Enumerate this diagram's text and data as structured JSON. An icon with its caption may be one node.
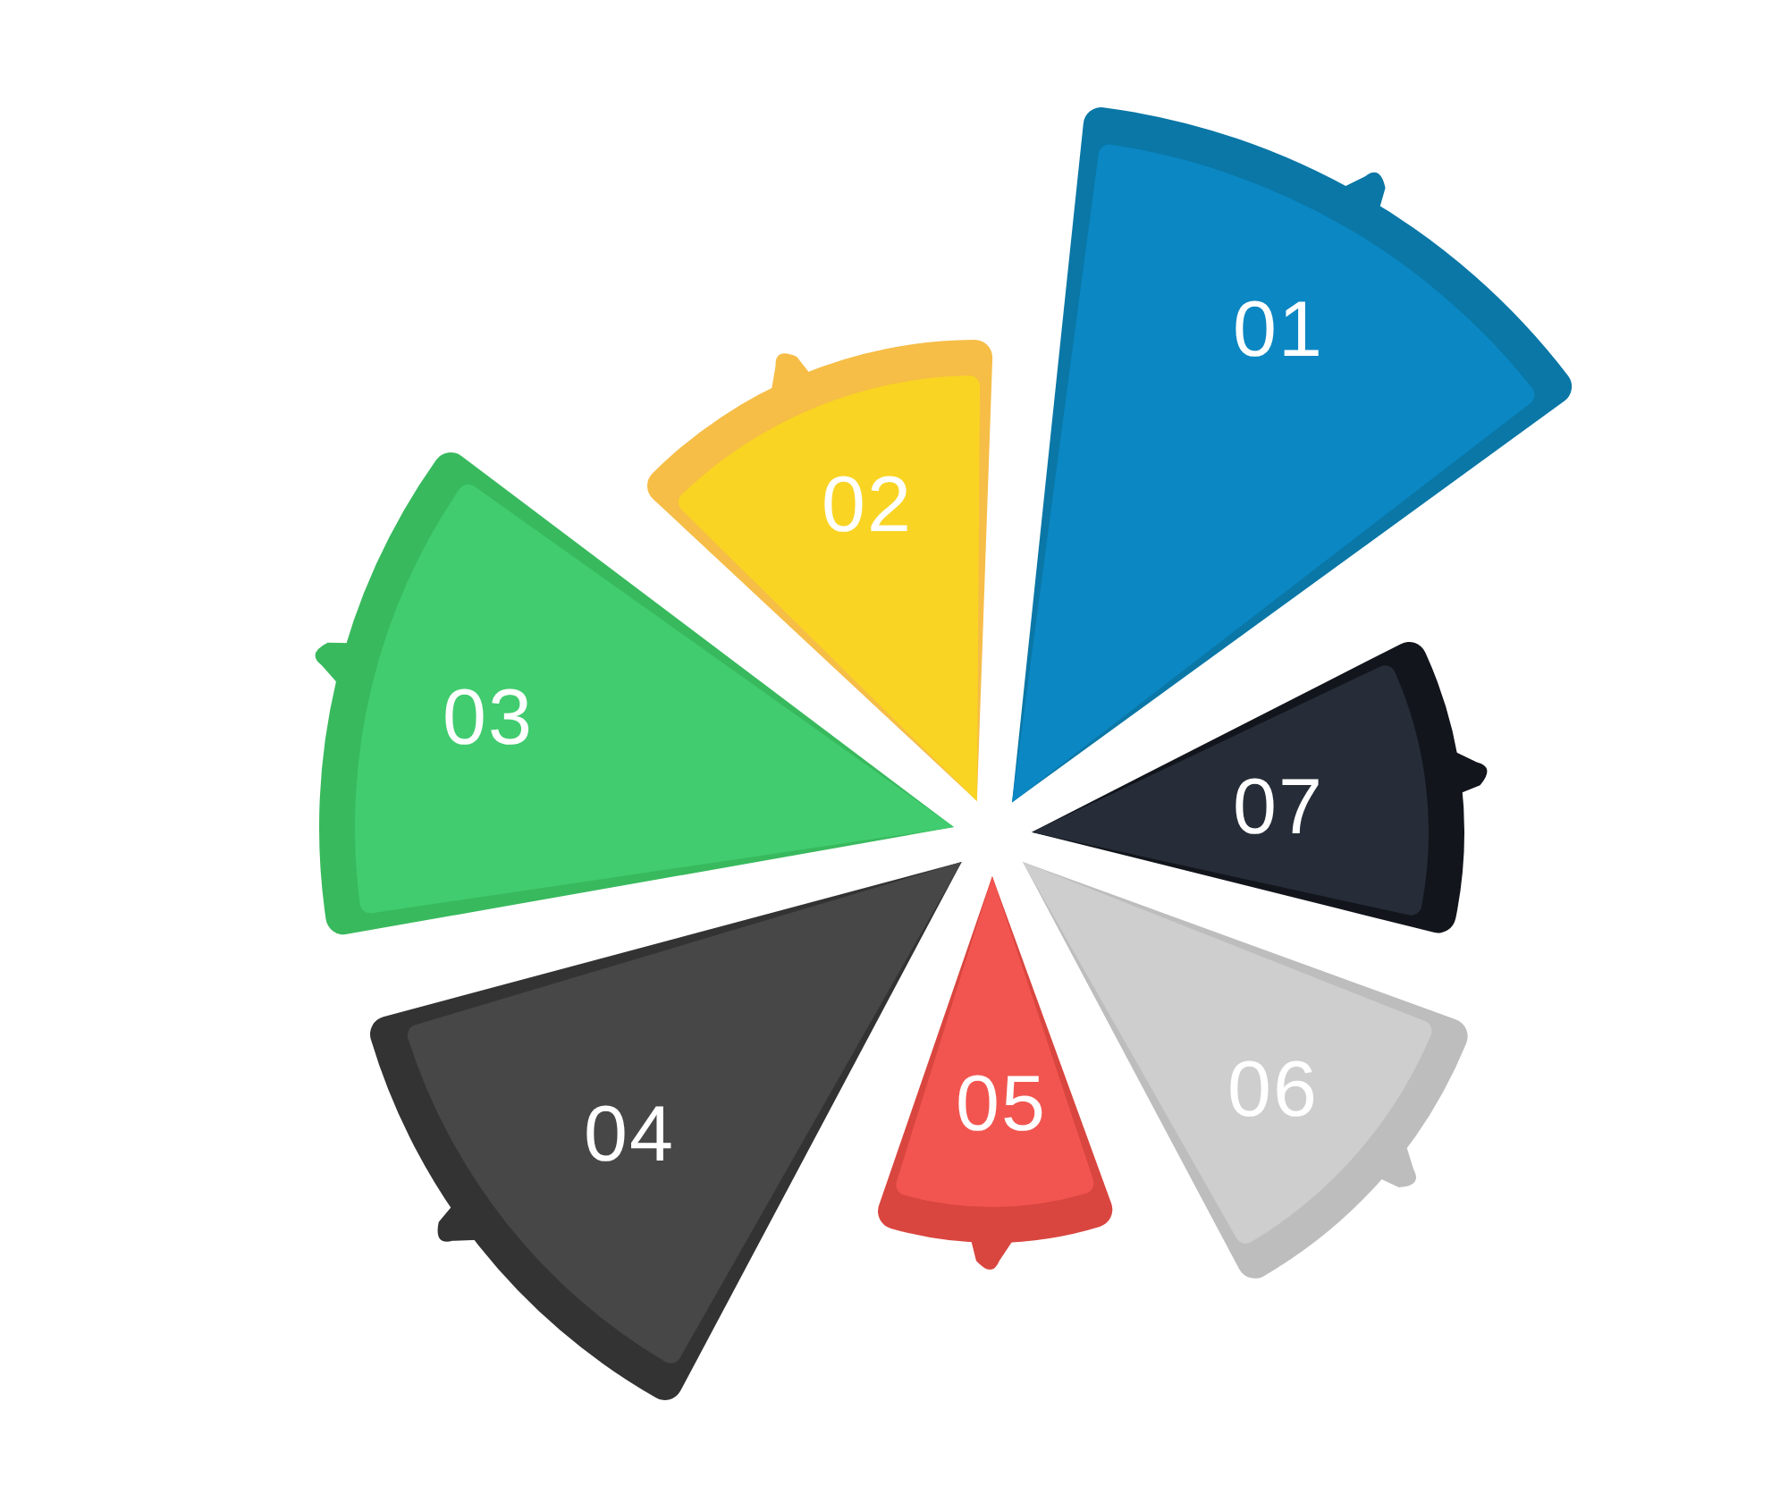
{
  "diagram": {
    "nodes": [
      {
        "text": [
          "01"
        ]
      },
      {
        "text": [
          "02"
        ]
      },
      {
        "text": [
          "03"
        ]
      },
      {
        "text": [
          "04"
        ]
      },
      {
        "text": [
          "05"
        ]
      },
      {
        "text": [
          "06"
        ]
      },
      {
        "text": [
          "07"
        ]
      }
    ]
  }
}
